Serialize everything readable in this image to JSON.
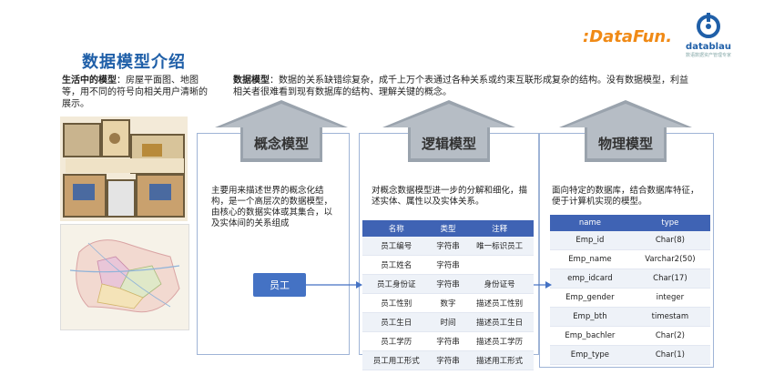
{
  "title": "数据模型介绍",
  "logos": {
    "datafun": ":DataFun.",
    "datablau": "datablau",
    "datablau_sub": "数语数据资产管理专家"
  },
  "life_model": {
    "label": "生活中的模型",
    "text": "：房屋平面图、地图等，用不同的符号向相关用户清晰的展示。"
  },
  "data_model": {
    "label": "数据模型",
    "text": "：数据的关系缺错综复杂，成千上万个表通过各种关系或约束互联形成复杂的结构。没有数据模型，利益相关者很难看到现有数据库的结构、理解关键的概念。"
  },
  "conceptual": {
    "title": "概念模型",
    "desc": "主要用来描述世界的概念化结构，是一个高层次的数据模型，由核心的数据实体或其集合，以及实体间的关系组成",
    "entity": "员工"
  },
  "logical": {
    "title": "逻辑模型",
    "desc": "对概念数据模型进一步的分解和细化，描述实体、属性以及实体关系。",
    "headers": [
      "名称",
      "类型",
      "注释"
    ],
    "rows": [
      [
        "员工编号",
        "字符串",
        "唯一标识员工"
      ],
      [
        "员工姓名",
        "字符串",
        ""
      ],
      [
        "员工身份证",
        "字符串",
        "身份证号"
      ],
      [
        "员工性别",
        "数字",
        "描述员工性别"
      ],
      [
        "员工生日",
        "时间",
        "描述员工生日"
      ],
      [
        "员工学历",
        "字符串",
        "描述员工学历"
      ],
      [
        "员工用工形式",
        "字符串",
        "描述用工形式"
      ]
    ]
  },
  "physical": {
    "title": "物理模型",
    "desc": "面向特定的数据库，结合数据库特征，便于计算机实现的模型。",
    "headers": [
      "name",
      "type"
    ],
    "rows": [
      [
        "Emp_id",
        "Char(8)"
      ],
      [
        "Emp_name",
        "Varchar2(50)"
      ],
      [
        "emp_idcard",
        "Char(17)"
      ],
      [
        "Emp_gender",
        "integer"
      ],
      [
        "Emp_bth",
        "timestam"
      ],
      [
        "Emp_bachler",
        "Char(2)"
      ],
      [
        "Emp_type",
        "Char(1)"
      ]
    ]
  },
  "colors": {
    "accent": "#1f5fa8",
    "header": "#3f63b4",
    "arrow": "#9aa3ad",
    "panel_border": "#9fb4d6"
  }
}
